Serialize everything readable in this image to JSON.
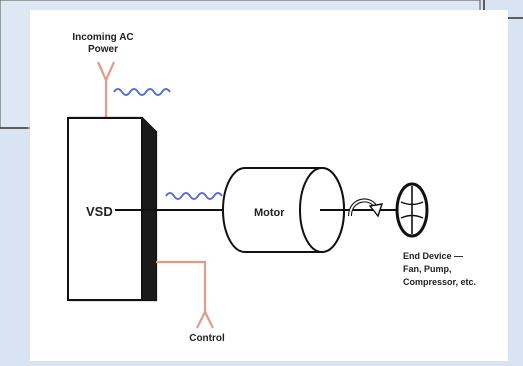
{
  "diagram": {
    "labels": {
      "incoming_line1": "Incoming AC",
      "incoming_line2": "Power",
      "vsd": "VSD",
      "motor": "Motor",
      "end_device_line1": "End Device —",
      "end_device_line2": "Fan, Pump,",
      "end_device_line3": "Compressor, etc.",
      "control": "Control"
    },
    "colors": {
      "wire": "#e49a8a",
      "wave": "#5a6fd8",
      "outline": "#111111",
      "panel": "#ffffff",
      "background": "#d8e4f2"
    }
  }
}
